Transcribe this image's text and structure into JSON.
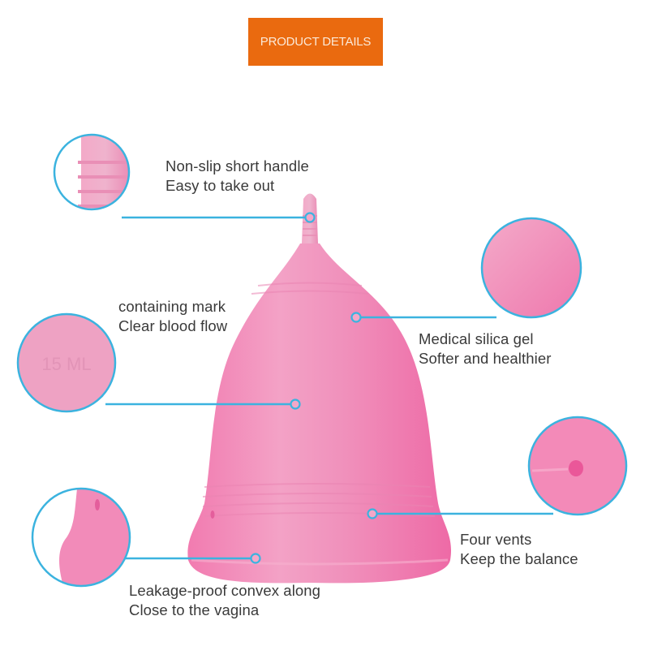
{
  "header": {
    "title": "PRODUCT DETAILS"
  },
  "colors": {
    "accent_orange": "#ea6a0f",
    "callout_blue": "#3bb3df",
    "cup_pink": "#f07fb0",
    "text": "#3a3a3a"
  },
  "callouts": [
    {
      "id": "handle",
      "line1": "Non-slip short handle",
      "line2": "Easy to take out"
    },
    {
      "id": "mark",
      "line1": "containing mark",
      "line2": "Clear blood flow",
      "zoom_text": "15 ML"
    },
    {
      "id": "material",
      "line1": "Medical silica gel",
      "line2": "Softer and healthier"
    },
    {
      "id": "vents",
      "line1": "Four vents",
      "line2": "Keep the balance"
    },
    {
      "id": "rim",
      "line1": "Leakage-proof convex along",
      "line2": "Close to the vagina"
    }
  ]
}
